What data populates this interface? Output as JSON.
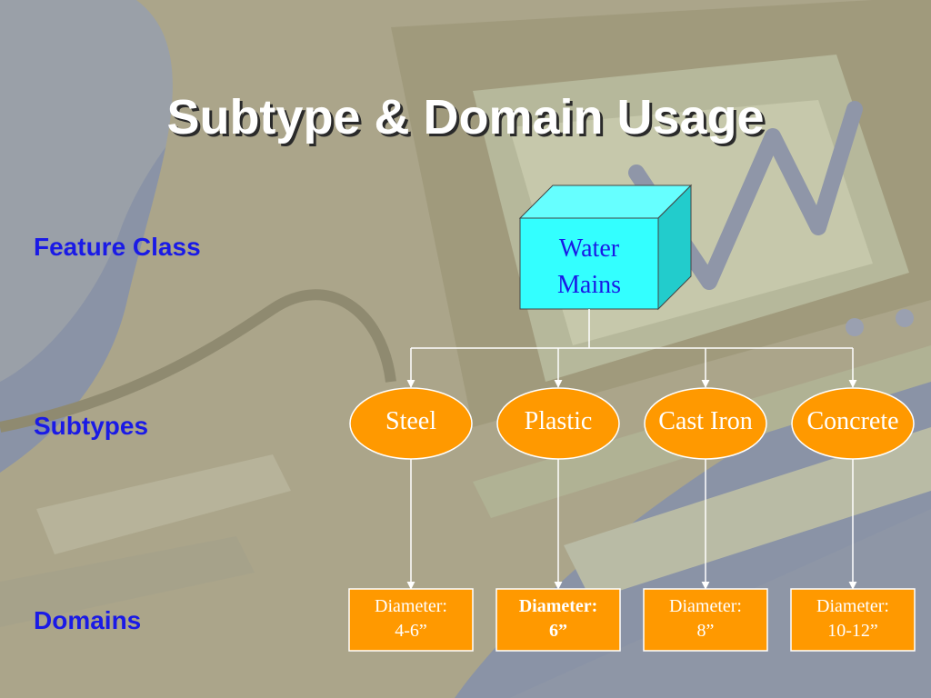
{
  "slide": {
    "title": "Subtype & Domain Usage"
  },
  "labels": {
    "feature_class": "Feature Class",
    "subtypes": "Subtypes",
    "domains": "Domains"
  },
  "feature_class": {
    "name_line1": "Water",
    "name_line2": "Mains"
  },
  "subtypes": [
    {
      "name": "Steel"
    },
    {
      "name": "Plastic"
    },
    {
      "name": "Cast Iron"
    },
    {
      "name": "Concrete"
    }
  ],
  "domains": [
    {
      "line1": "Diameter:",
      "line2": "4-6”",
      "bold": false
    },
    {
      "line1": "Diameter:",
      "line2": "6”",
      "bold": true
    },
    {
      "line1": "Diameter:",
      "line2": "8”",
      "bold": false
    },
    {
      "line1": "Diameter:",
      "line2": "10-12”",
      "bold": false
    }
  ],
  "colors": {
    "background": "#8a93a6",
    "cube_front": "#33ffff",
    "cube_side": "#22cccc",
    "node_fill": "#ff9900",
    "connector": "#ffffff",
    "label_blue": "#1a1ae6"
  }
}
